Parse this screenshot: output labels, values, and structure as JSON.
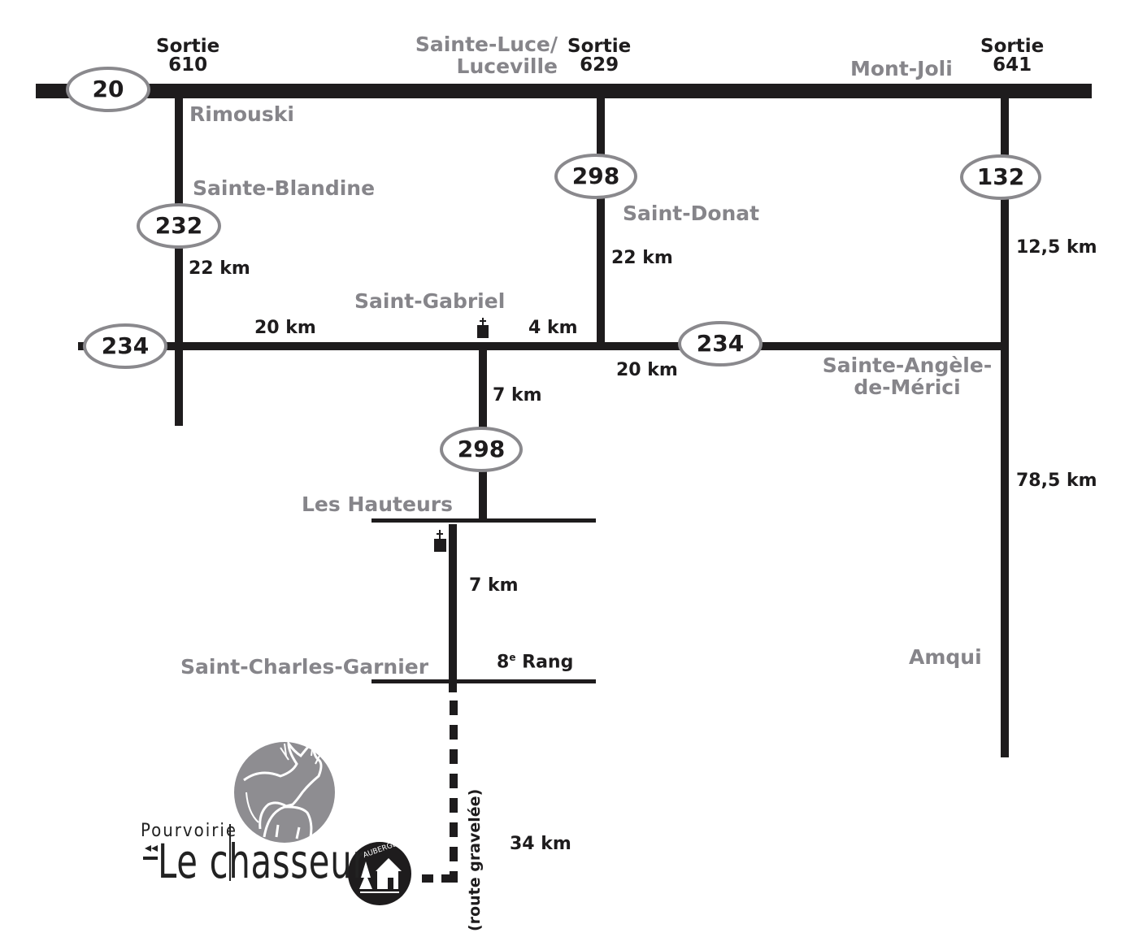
{
  "colors": {
    "road": "#1e1c1d",
    "shield_border": "#8a898d",
    "place_text": "#86858a",
    "logo_gray": "#8e8d91"
  },
  "exits": [
    {
      "label": "Sortie",
      "number": "610"
    },
    {
      "label": "Sortie",
      "number": "629"
    },
    {
      "label": "Sortie",
      "number": "641"
    }
  ],
  "shields": {
    "a20": "20",
    "r232": "232",
    "r298_north": "298",
    "r132": "132",
    "r234_west": "234",
    "r234_east": "234",
    "r298_south": "298"
  },
  "places": {
    "sainte_luce_line1": "Sainte-Luce/",
    "sainte_luce_line2": "Luceville",
    "mont_joli": "Mont-Joli",
    "rimouski": "Rimouski",
    "sainte_blandine": "Sainte-Blandine",
    "saint_donat": "Saint-Donat",
    "saint_gabriel": "Saint-Gabriel",
    "sainte_angele_line1": "Sainte-Angèle-",
    "sainte_angele_line2": "de-Mérici",
    "les_hauteurs": "Les Hauteurs",
    "saint_charles_garnier": "Saint-Charles-Garnier",
    "amqui": "Amqui"
  },
  "distances": {
    "r232": "22 km",
    "r298_north": "22 km",
    "r132": "12,5 km",
    "r234_west": "20 km",
    "saint_gabriel_east": "4 km",
    "r234_east": "20 km",
    "r298_south": "7 km",
    "les_hauteurs_south": "7 km",
    "r132_south": "78,5 km",
    "gravel_road": "34 km"
  },
  "road_labels": {
    "rang_number": "8",
    "rang_superscript": "e",
    "rang_name": "Rang",
    "gravel_note": "(route gravelée)"
  },
  "logo": {
    "prefix": "Pourvoirie",
    "name": "Le chasseur",
    "badge": "AUBERGE"
  }
}
